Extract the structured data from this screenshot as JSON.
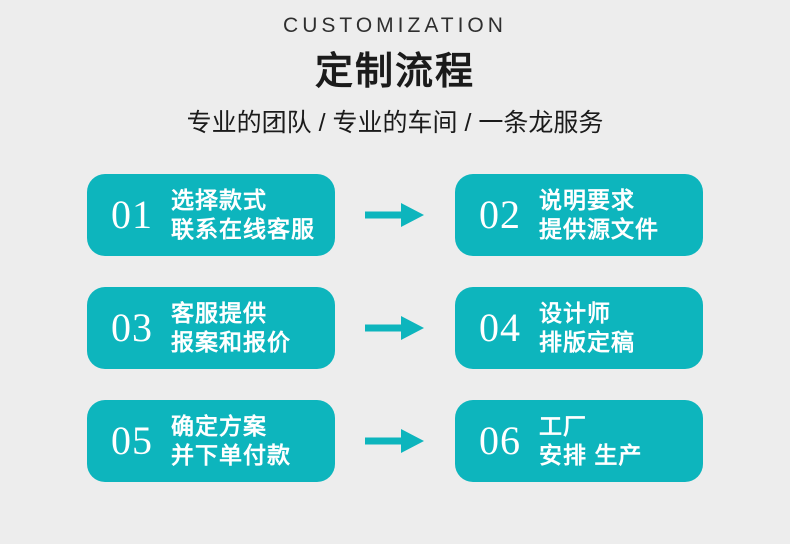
{
  "page": {
    "bg_color": "#ededed",
    "accent_color": "#0db5bd",
    "text_color": "#1b1b1b",
    "card_text_color": "#ffffff"
  },
  "header": {
    "eyebrow": "CUSTOMIZATION",
    "title": "定制流程",
    "subtitle": "专业的团队 / 专业的车间 / 一条龙服务"
  },
  "steps": [
    {
      "number": "01",
      "line1": "选择款式",
      "line2": "联系在线客服"
    },
    {
      "number": "02",
      "line1": "说明要求",
      "line2": "提供源文件"
    },
    {
      "number": "03",
      "line1": "客服提供",
      "line2": "报案和报价"
    },
    {
      "number": "04",
      "line1": "设计师",
      "line2": "排版定稿"
    },
    {
      "number": "05",
      "line1": "确定方案",
      "line2": "并下单付款"
    },
    {
      "number": "06",
      "line1": "工厂",
      "line2": "安排 生产"
    }
  ]
}
